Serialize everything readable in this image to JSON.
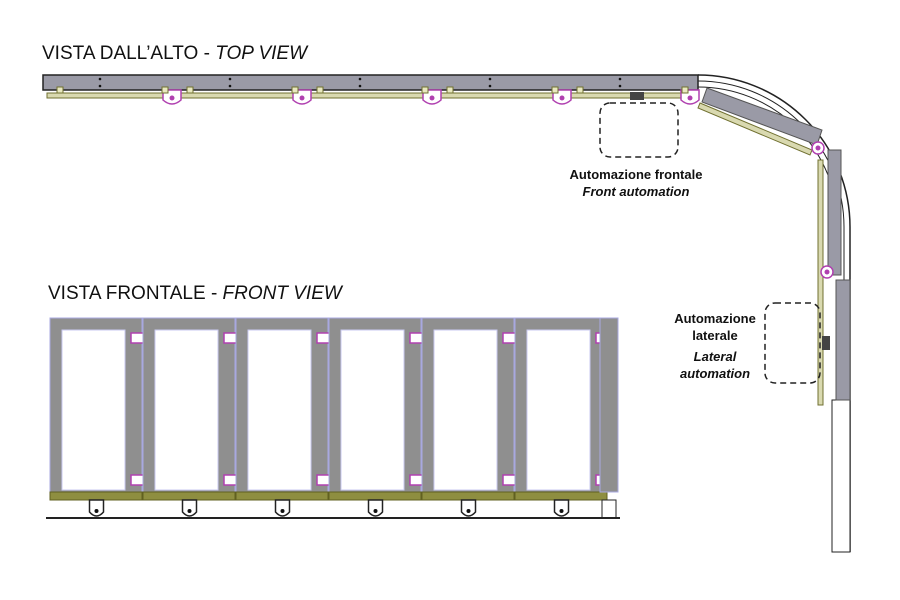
{
  "top_view": {
    "title": "VISTA DALL’ALTO - ",
    "title_en": "TOP VIEW"
  },
  "front_view": {
    "title": "VISTA FRONTALE - ",
    "title_en": "FRONT VIEW"
  },
  "front_automation": {
    "label_it": "Automazione frontale",
    "label_en": "Front automation"
  },
  "lateral_automation": {
    "label_it_1": "Automazione",
    "label_it_2": "laterale",
    "label_en_1": "Lateral",
    "label_en_2": "automation"
  },
  "colors": {
    "panel": "#9a9aa6",
    "frame": "#8f8f8f",
    "track": "#c9c99a",
    "hinge": "#b040b0"
  },
  "front_panel_count": 6
}
